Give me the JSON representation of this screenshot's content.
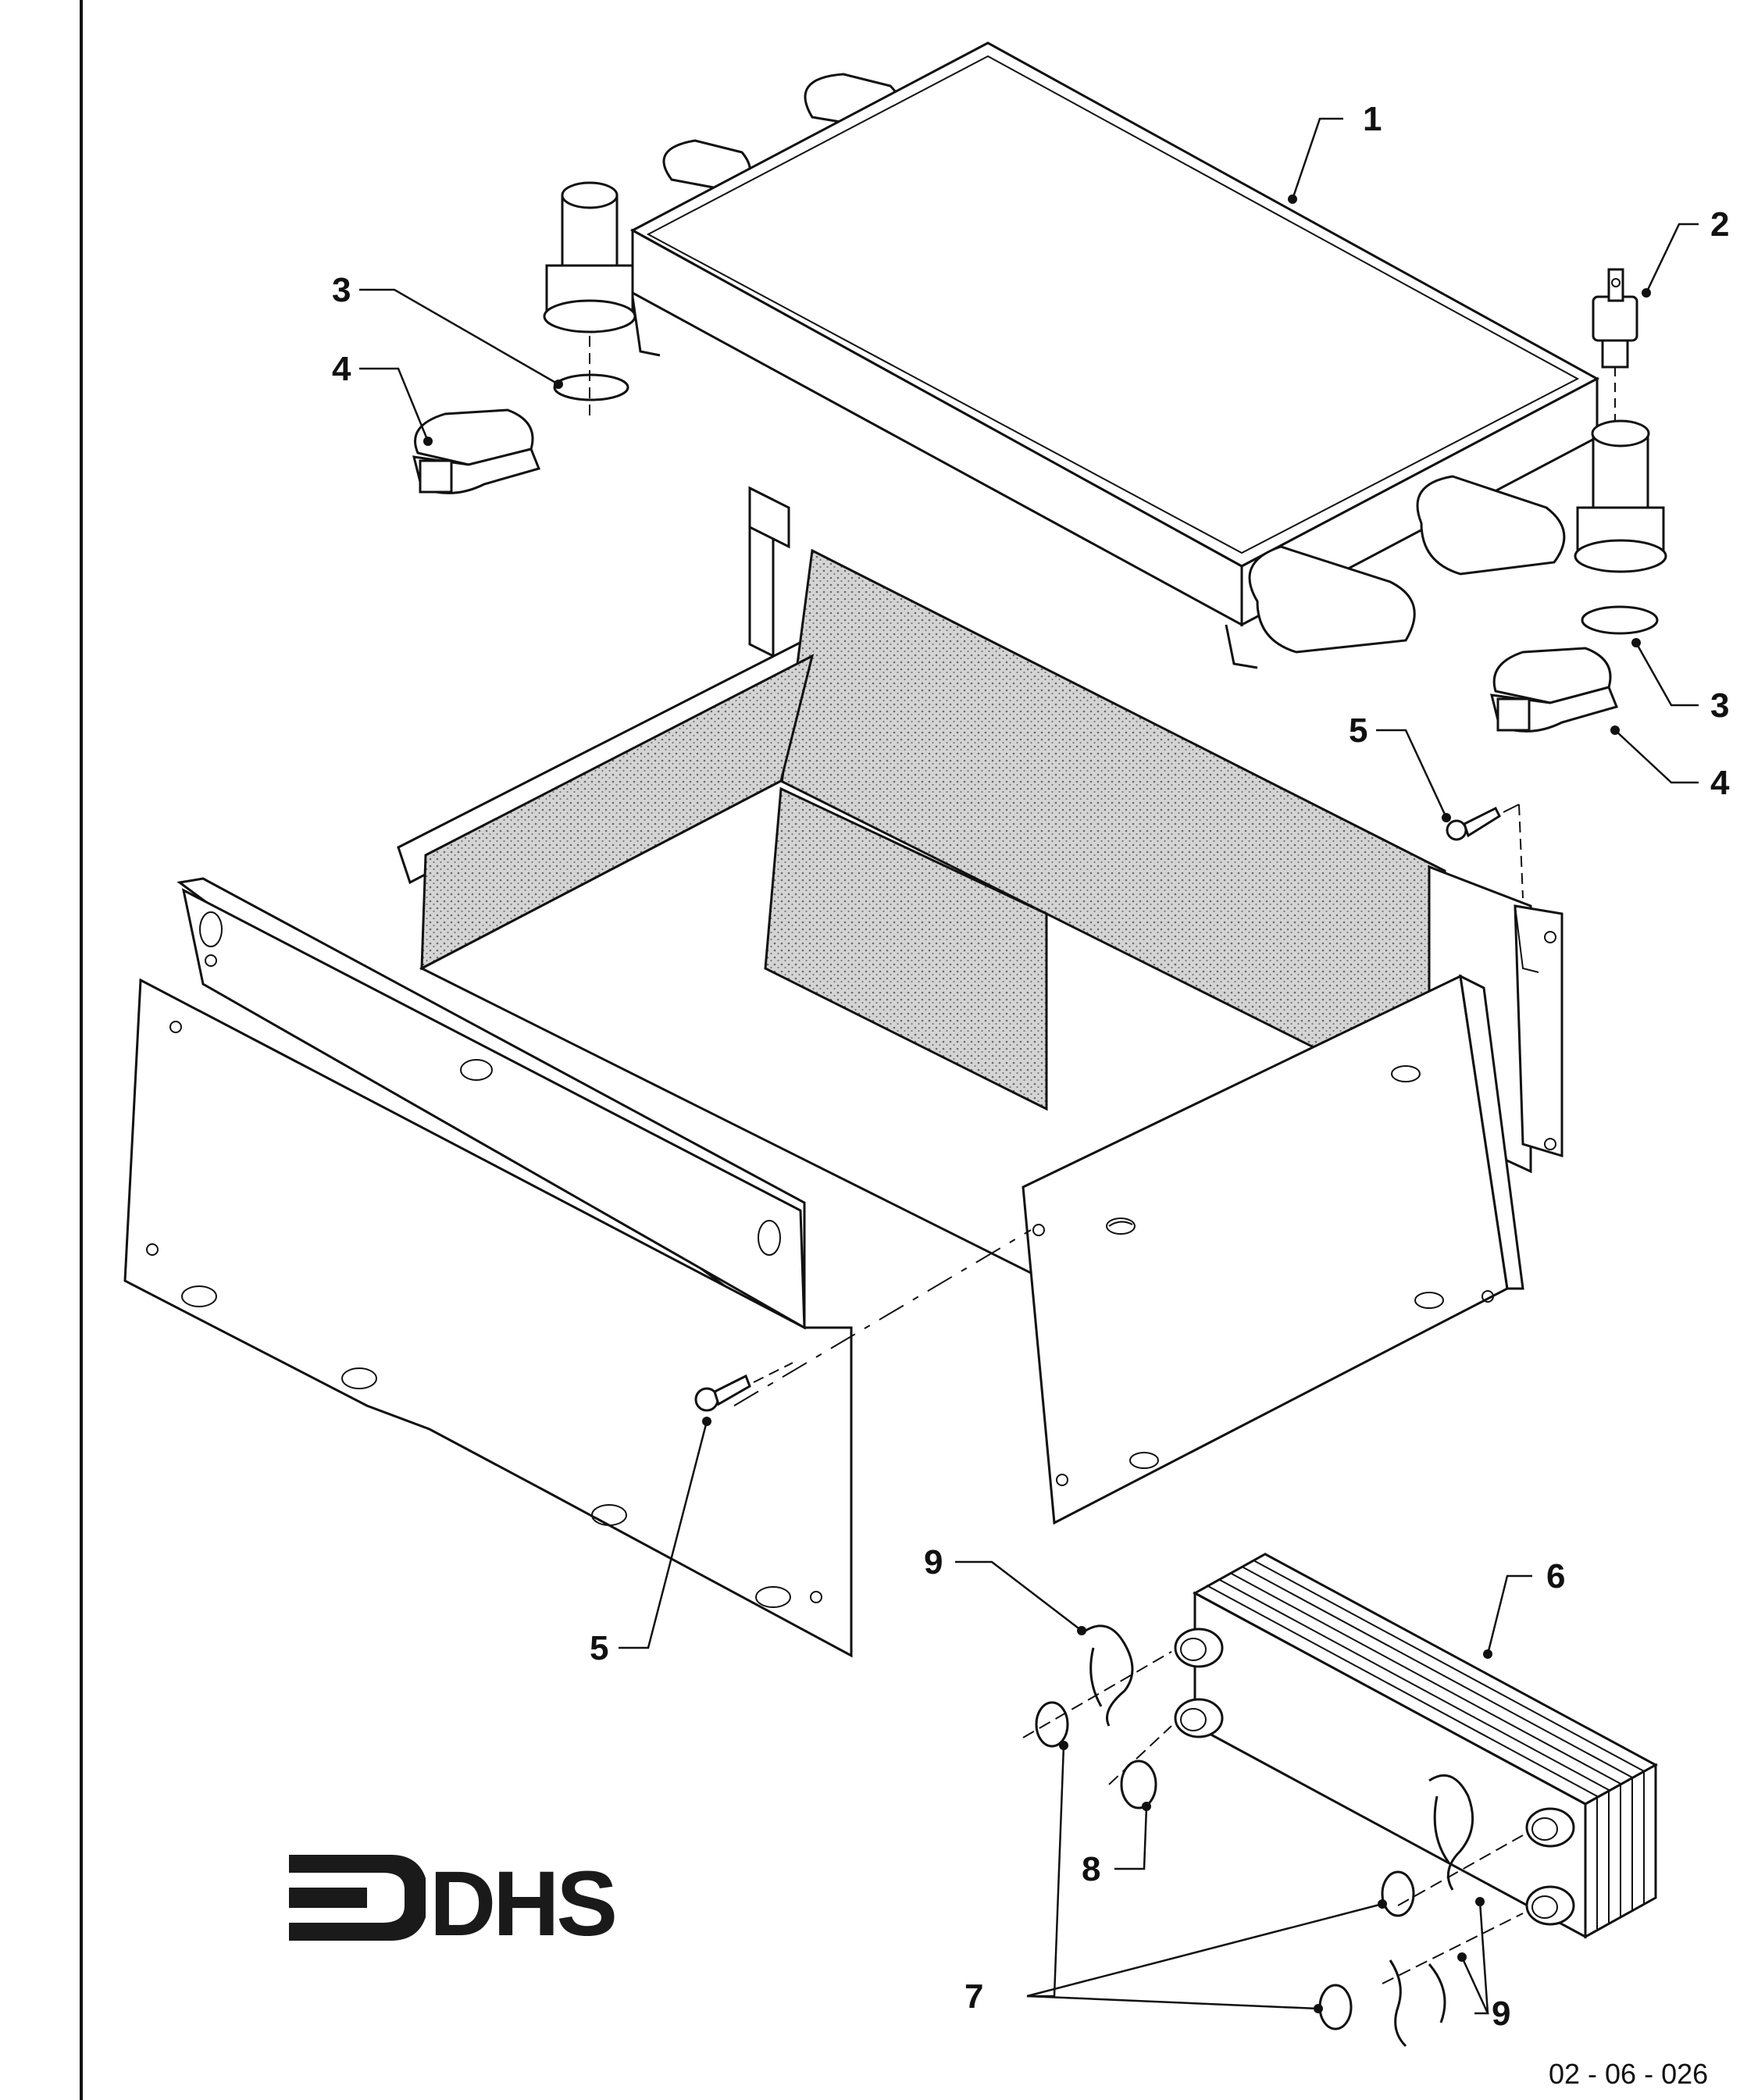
{
  "callouts": {
    "c1": "1",
    "c2": "2",
    "c3a": "3",
    "c3b": "3",
    "c4a": "4",
    "c4b": "4",
    "c5a": "5",
    "c5b": "5",
    "c6": "6",
    "c7": "7",
    "c8": "8",
    "c9a": "9",
    "c9b": "9"
  },
  "logo": {
    "text": "DHS"
  },
  "drawing_ref": "02 - 06 - 026"
}
